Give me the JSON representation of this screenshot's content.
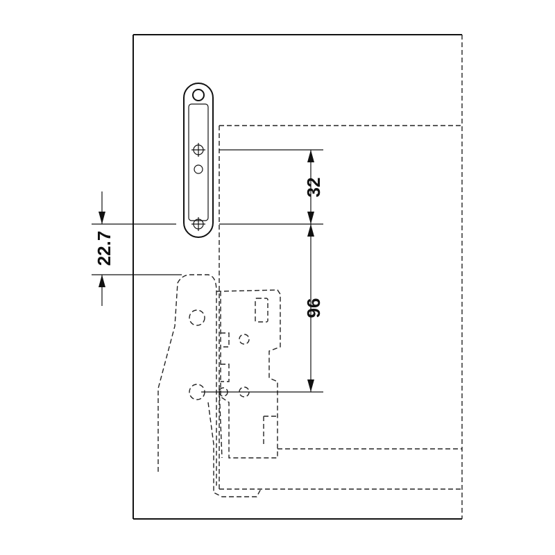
{
  "dimensions": {
    "hole_spacing": "32",
    "lower_distance": "96",
    "edge_offset": "22.7"
  }
}
